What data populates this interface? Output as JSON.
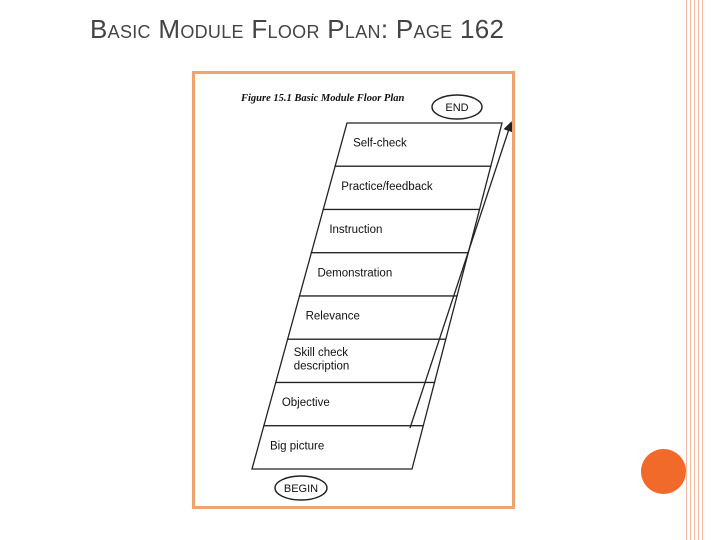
{
  "slide": {
    "title": "Basic Module Floor Plan: Page 162"
  },
  "figure": {
    "caption": "Figure 15.1  Basic Module Floor Plan",
    "end_label": "END",
    "begin_label": "BEGIN",
    "steps": [
      "Self-check",
      "Practice/feedback",
      "Instruction",
      "Demonstration",
      "Relevance",
      "Skill check\ndescription",
      "Objective",
      "Big picture"
    ]
  },
  "colors": {
    "accent": "#f0a36e",
    "dot": "#f26a2a",
    "stripe": "#f3b9a0"
  }
}
